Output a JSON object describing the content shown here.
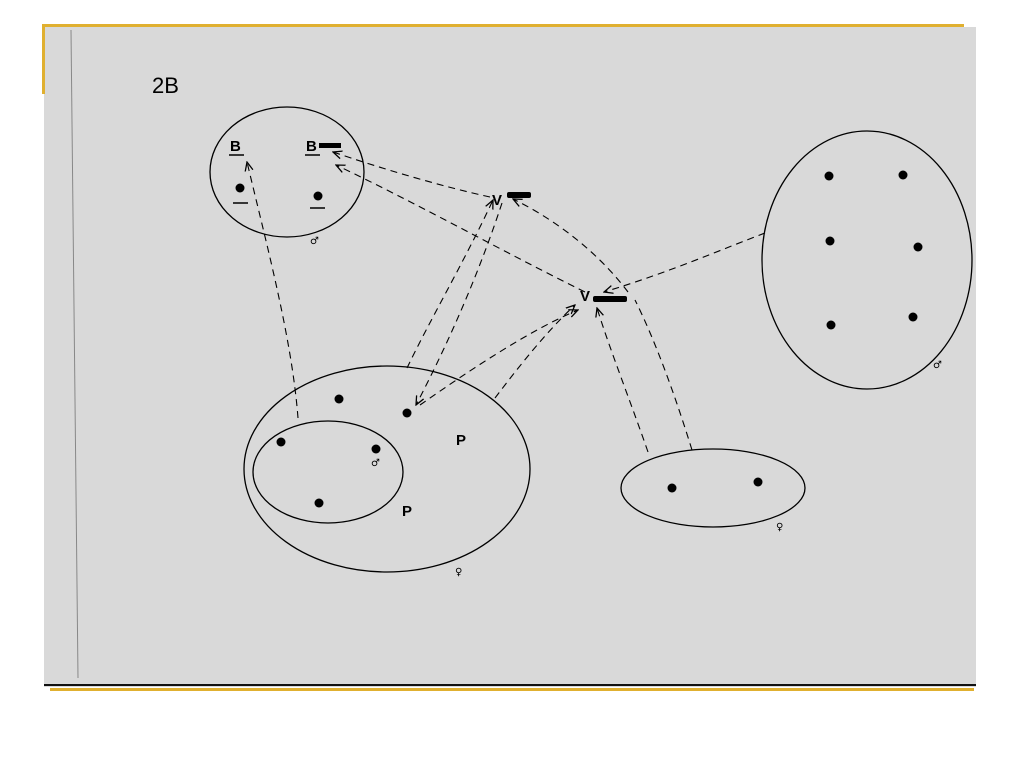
{
  "slide": {
    "colors": {
      "accent_rule": "#e0b030",
      "panel": "#d9d9d9",
      "ink": "#000000"
    }
  },
  "figure": {
    "title": "2B",
    "labels": {
      "b_left": "B",
      "b_right": "B",
      "v_top": "V",
      "v_middle": "V",
      "p_outer": "P",
      "p_inner": "P"
    },
    "symbols": {
      "male_top_left": "♂",
      "male_inner": "♂",
      "male_right": "♂",
      "female_outer": "♀",
      "female_bottom_right": "♀"
    }
  }
}
